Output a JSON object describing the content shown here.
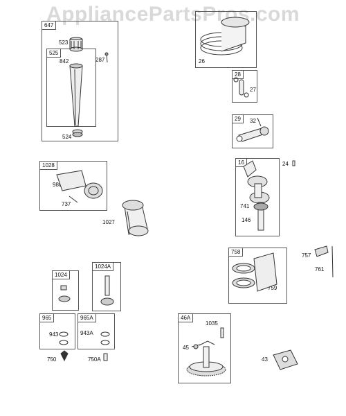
{
  "watermark": "AppliancePartsPros.com",
  "boxes": {
    "b647": "647",
    "b525": "525",
    "b28": "28",
    "b29": "29",
    "b16": "16",
    "b1028": "1028",
    "b758": "758",
    "b1024": "1024",
    "b1024A": "1024A",
    "b965": "965",
    "b965A": "965A",
    "b46A": "46A"
  },
  "labels": {
    "l523": "523",
    "l842": "842",
    "l287": "287",
    "l524": "524",
    "l26": "26",
    "l27": "27",
    "l32": "32",
    "l24": "24",
    "l741": "741",
    "l146": "146",
    "l988": "988",
    "l737": "737",
    "l1027": "1027",
    "l757": "757",
    "l761": "761",
    "l759": "759",
    "l943": "943",
    "l750": "750",
    "l943A": "943A",
    "l750A": "750A",
    "l1035": "1035",
    "l45": "45",
    "l43": "43"
  }
}
